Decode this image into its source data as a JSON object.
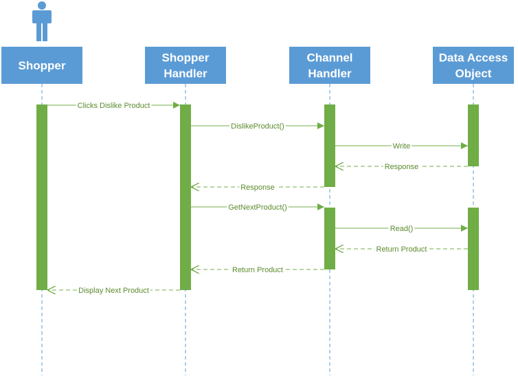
{
  "diagram": {
    "participants": [
      {
        "id": "shopper",
        "label_lines": [
          "Shopper"
        ],
        "actor": true
      },
      {
        "id": "shopper-handler",
        "label_lines": [
          "Shopper",
          "Handler"
        ],
        "actor": false
      },
      {
        "id": "channel-handler",
        "label_lines": [
          "Channel",
          "Handler"
        ],
        "actor": false
      },
      {
        "id": "dao",
        "label_lines": [
          "Data Access",
          "Object"
        ],
        "actor": false
      }
    ],
    "messages": [
      {
        "from": "shopper",
        "to": "shopper-handler",
        "label": "Clicks Dislike Product",
        "kind": "sync"
      },
      {
        "from": "shopper-handler",
        "to": "channel-handler",
        "label": "DislikeProduct()",
        "kind": "sync"
      },
      {
        "from": "channel-handler",
        "to": "dao",
        "label": "Write",
        "kind": "sync"
      },
      {
        "from": "dao",
        "to": "channel-handler",
        "label": "Response",
        "kind": "return"
      },
      {
        "from": "channel-handler",
        "to": "shopper-handler",
        "label": "Response",
        "kind": "return"
      },
      {
        "from": "shopper-handler",
        "to": "channel-handler",
        "label": "GetNextProduct()",
        "kind": "sync"
      },
      {
        "from": "channel-handler",
        "to": "dao",
        "label": "Read()",
        "kind": "sync"
      },
      {
        "from": "dao",
        "to": "channel-handler",
        "label": "Return Product",
        "kind": "return"
      },
      {
        "from": "channel-handler",
        "to": "shopper-handler",
        "label": "Return Product",
        "kind": "return"
      },
      {
        "from": "shopper-handler",
        "to": "shopper",
        "label": "Display Next Product",
        "kind": "return"
      }
    ],
    "colors": {
      "header_fill": "#5b9bd5",
      "header_text": "#ffffff",
      "lifeline": "#5b9bd5",
      "activation": "#70ad47",
      "arrow": "#70ad47",
      "label": "#5a8a2c",
      "actor": "#5b9bd5"
    }
  }
}
